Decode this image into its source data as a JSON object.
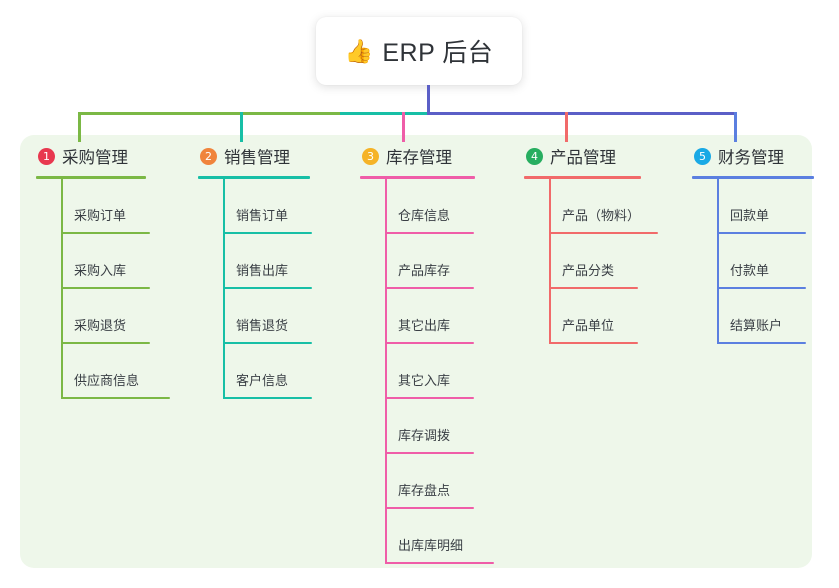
{
  "root": {
    "icon": "thumbs-up-icon",
    "icon_glyph": "👍",
    "title": "ERP 后台"
  },
  "colors": {
    "panel_background": "#eef7ea",
    "page_background": "#ffffff",
    "root_stem": "#5b5fc7",
    "text": "#2f3338"
  },
  "branches": [
    {
      "number": "1",
      "title": "采购管理",
      "line_color": "#7bb845",
      "badge_color": "#e8384f",
      "items": [
        "采购订单",
        "采购入库",
        "采购退货",
        "供应商信息"
      ]
    },
    {
      "number": "2",
      "title": "销售管理",
      "line_color": "#17bfa6",
      "badge_color": "#f0843c",
      "items": [
        "销售订单",
        "销售出库",
        "销售退货",
        "客户信息"
      ]
    },
    {
      "number": "3",
      "title": "库存管理",
      "line_color": "#ef5da8",
      "badge_color": "#f5b327",
      "items": [
        "仓库信息",
        "产品库存",
        "其它出库",
        "其它入库",
        "库存调拨",
        "库存盘点",
        "出库库明细"
      ]
    },
    {
      "number": "4",
      "title": "产品管理",
      "line_color": "#f16a6a",
      "badge_color": "#27ae60",
      "items": [
        "产品（物料）",
        "产品分类",
        "产品单位"
      ]
    },
    {
      "number": "5",
      "title": "财务管理",
      "line_color": "#5b7fe0",
      "badge_color": "#19a9e5",
      "items": [
        "回款单",
        "付款单",
        "结算账户"
      ]
    }
  ]
}
